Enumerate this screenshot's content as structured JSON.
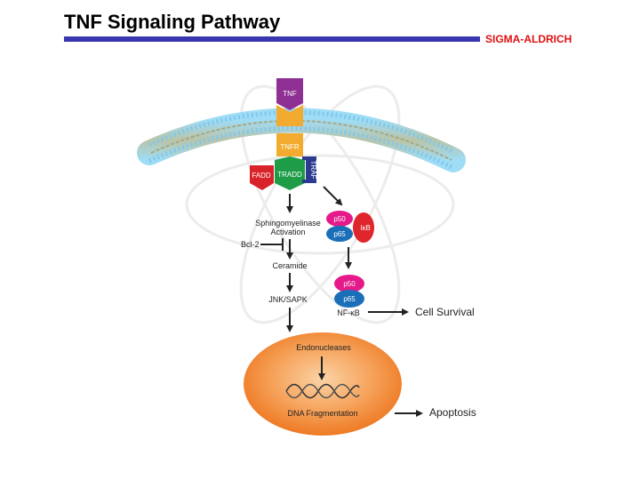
{
  "slide": {
    "title": "TNF Signaling Pathway",
    "brand": "SIGMA-ALDRICH"
  },
  "diagram": {
    "nodes": {
      "tnf": "TNF",
      "tnfr": "TNFR",
      "fadd": "FADD",
      "tradd": "TRADD",
      "traf": "TRAF",
      "sphingo_line1": "Sphingomyelinase",
      "sphingo_line2": "Activation",
      "bcl2": "Bcl-2",
      "ceramide": "Ceramide",
      "jnk": "JNK/SAPK",
      "p50_top": "p50",
      "p65_top": "p65",
      "ikb": "IκB",
      "p50_bottom": "p50",
      "p65_bottom": "p65",
      "nfkb": "NF-κB",
      "cell_survival": "Cell Survival",
      "endonucleases": "Endonucleases",
      "dna_fragmentation": "DNA Fragmentation",
      "apoptosis": "Apoptosis"
    },
    "colors": {
      "title_rule": "#3a36b0",
      "brand": "#e01010",
      "tnf": "#8e2f93",
      "tnfr": "#f2ab2e",
      "fadd": "#d8232a",
      "tradd": "#1e9c48",
      "traf": "#2c3b8f",
      "p50": "#e5198a",
      "p65": "#1a6fb8",
      "ikb": "#e0262d",
      "membrane": "#8fd0ef",
      "nucleus": "#f0832e"
    }
  }
}
